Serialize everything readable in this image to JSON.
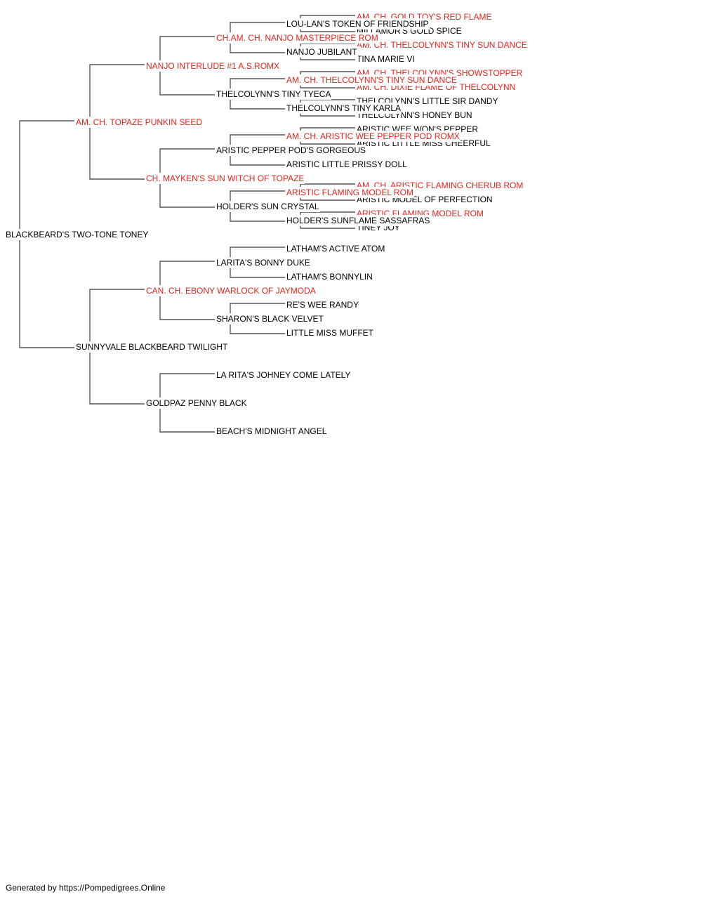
{
  "colors": {
    "champion": "#e8221b",
    "normal": "#000000",
    "connector": "#555555"
  },
  "pedigree": {
    "name": "BLACKBEARD'S TWO-TONE TONEY",
    "champion": false,
    "sire": {
      "name": "AM. CH. TOPAZE PUNKIN SEED",
      "champion": true,
      "sire": {
        "name": "NANJO INTERLUDE #1 A.S.ROMX",
        "champion": true,
        "sire": {
          "name": "CH.AM. CH. NANJO MASTERPIECE ROM",
          "champion": true,
          "sire": {
            "name": "LOU-LAN'S TOKEN OF FRIENDSHIP",
            "champion": false,
            "sire": {
              "name": "AM. CH. GOLD TOY'S RED FLAME",
              "champion": true
            },
            "dam": {
              "name": "MILLAMOR'S GOLD SPICE",
              "champion": false
            }
          },
          "dam": {
            "name": "NANJO JUBILANT",
            "champion": false,
            "sire": {
              "name": "AM. CH. THELCOLYNN'S TINY SUN DANCE",
              "champion": true
            },
            "dam": {
              "name": "TINA MARIE VI",
              "champion": false
            }
          }
        },
        "dam": {
          "name": "THELCOLYNN'S TINY TYECA",
          "champion": false,
          "sire": {
            "name": "AM. CH. THELCOLYNN'S TINY SUN DANCE",
            "champion": true,
            "sire": {
              "name": "AM. CH. THELCOLYNN'S SHOWSTOPPER",
              "champion": true
            },
            "dam": {
              "name": "AM. CH. DIXIE FLAME OF THELCOLYNN",
              "champion": true
            }
          },
          "dam": {
            "name": "THELCOLYNN'S TINY KARLA",
            "champion": false,
            "sire": {
              "name": "THELCOLYNN'S LITTLE SIR DANDY",
              "champion": false
            },
            "dam": {
              "name": "THELCOLYNN'S HONEY BUN",
              "champion": false
            }
          }
        }
      },
      "dam": {
        "name": "CH. MAYKEN'S SUN WITCH OF TOPAZE",
        "champion": true,
        "sire": {
          "name": "ARISTIC PEPPER POD'S GORGEOUS",
          "champion": false,
          "sire": {
            "name": "AM. CH. ARISTIC WEE PEPPER POD ROMX",
            "champion": true,
            "sire": {
              "name": "ARISTIC WEE WON'S PEPPER",
              "champion": false
            },
            "dam": {
              "name": "ARISTIC LITTLE MISS CHEERFUL",
              "champion": false
            }
          },
          "dam": {
            "name": "ARISTIC LITTLE PRISSY DOLL",
            "champion": false
          }
        },
        "dam": {
          "name": "HOLDER'S SUN CRYSTAL",
          "champion": false,
          "sire": {
            "name": "ARISTIC FLAMING MODEL ROM",
            "champion": true,
            "sire": {
              "name": "AM. CH. ARISTIC FLAMING CHERUB ROM",
              "champion": true
            },
            "dam": {
              "name": "ARISTIC MODEL OF PERFECTION",
              "champion": false
            }
          },
          "dam": {
            "name": "HOLDER'S SUNFLAME SASSAFRAS",
            "champion": false,
            "sire": {
              "name": "ARISTIC FLAMING MODEL ROM",
              "champion": true
            },
            "dam": {
              "name": "TINEY JOY",
              "champion": false
            }
          }
        }
      }
    },
    "dam": {
      "name": "SUNNYVALE BLACKBEARD TWILIGHT",
      "champion": false,
      "sire": {
        "name": "CAN. CH. EBONY WARLOCK OF JAYMODA",
        "champion": true,
        "sire": {
          "name": "LARITA'S BONNY DUKE",
          "champion": false,
          "sire": {
            "name": "LATHAM'S ACTIVE ATOM",
            "champion": false
          },
          "dam": {
            "name": "LATHAM'S BONNYLIN",
            "champion": false
          }
        },
        "dam": {
          "name": "SHARON'S BLACK VELVET",
          "champion": false,
          "sire": {
            "name": "RE'S WEE RANDY",
            "champion": false
          },
          "dam": {
            "name": "LITTLE MISS MUFFET",
            "champion": false
          }
        }
      },
      "dam": {
        "name": "GOLDPAZ PENNY BLACK",
        "champion": false,
        "sire": {
          "name": "LA RITA'S JOHNEY COME LATELY",
          "champion": false
        },
        "dam": {
          "name": "BEACH'S MIDNIGHT ANGEL",
          "champion": false
        }
      }
    }
  },
  "footer": {
    "text": "Generated by https://Pompedigrees.Online"
  }
}
